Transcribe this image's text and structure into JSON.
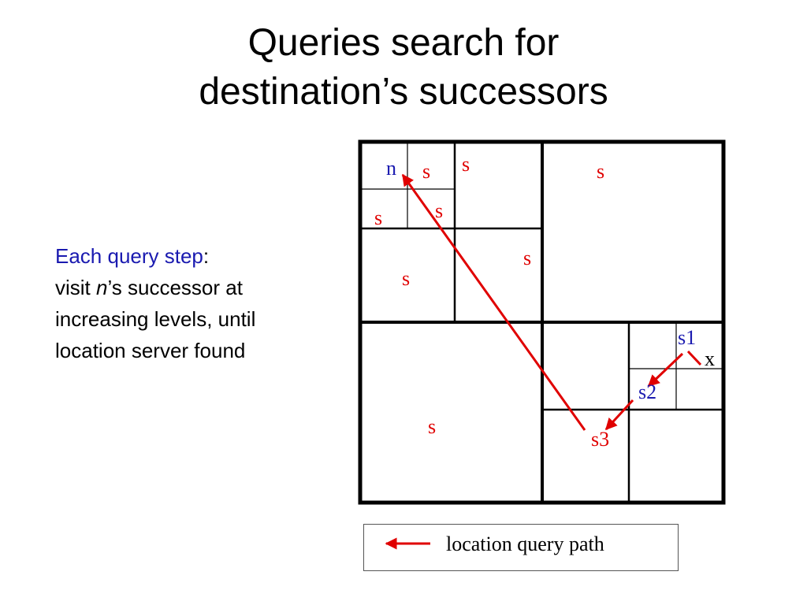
{
  "title": {
    "line1": "Queries search for",
    "line2": "destination’s successors"
  },
  "body": {
    "heading": "Each query step",
    "colon": ":",
    "line2_prefix": "visit ",
    "line2_node": "n",
    "line2_suffix": "’s successor at",
    "line3": "increasing levels, until",
    "line4": "location server found"
  },
  "diagram": {
    "colors": {
      "path": "#e00000",
      "server_label": "#e00000",
      "node_label": "#1a1ab0",
      "grid": "#000000"
    },
    "labels": {
      "n": "n",
      "s": "s",
      "s1": "s1",
      "s2": "s2",
      "s3": "s3",
      "x": "x"
    }
  },
  "legend": {
    "label": "location query path"
  }
}
